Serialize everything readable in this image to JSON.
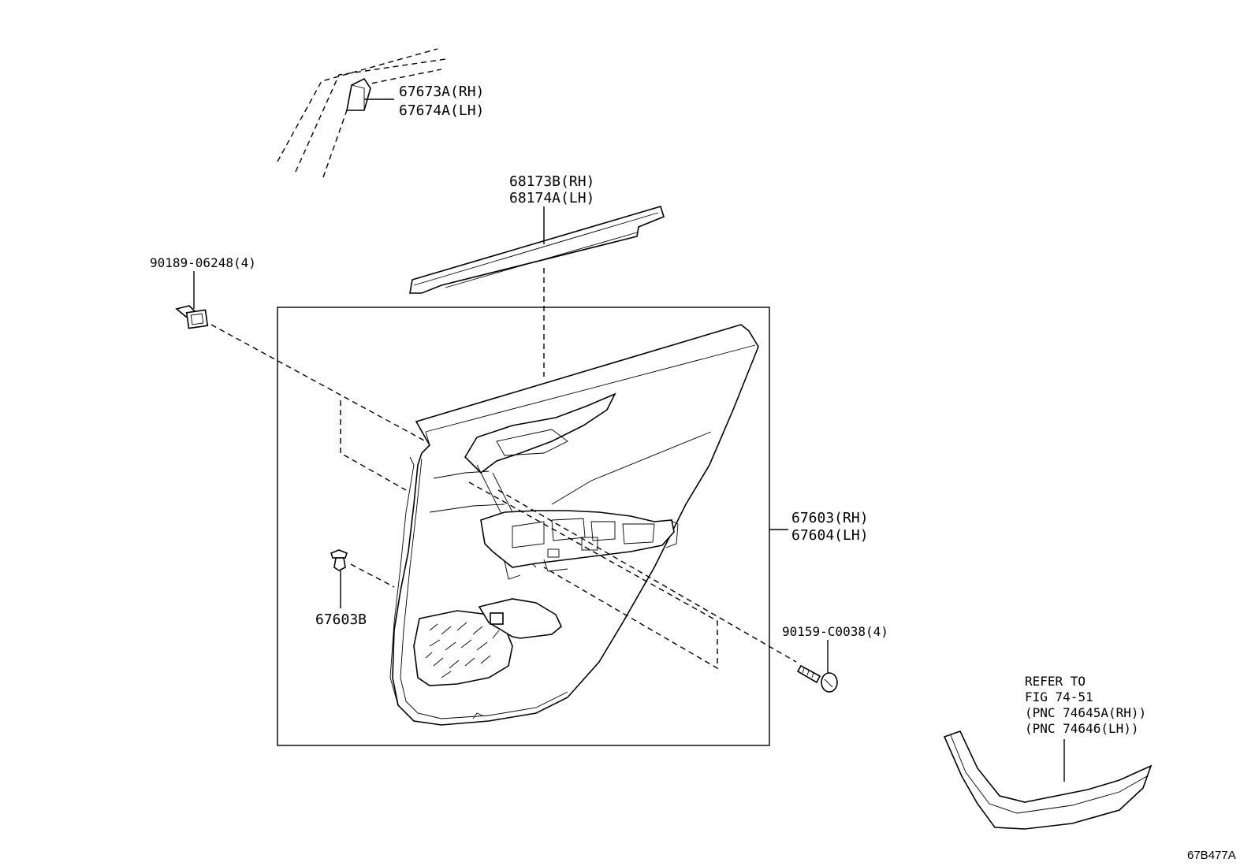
{
  "labels": {
    "p67673": "67673A(RH)",
    "p67674": "67674A(LH)",
    "p68173": "68173B(RH)",
    "p68174": "68174A(LH)",
    "p90189": "90189-06248(4)",
    "p67603": "67603(RH)",
    "p67604": "67604(LH)",
    "p67603B": "67603B",
    "p90159": "90159-C0038(4)",
    "ref1": "REFER TO",
    "ref2": "FIG 74-51",
    "ref3": "(PNC 74645A(RH))",
    "ref4": "(PNC 74646(LH))",
    "code": "67B477A"
  }
}
